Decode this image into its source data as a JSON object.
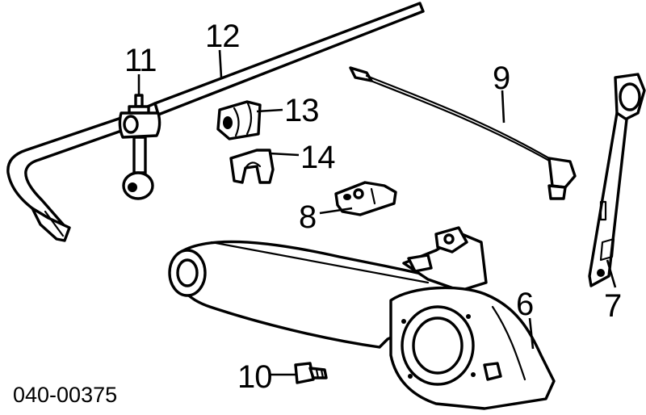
{
  "catalog_number": "040-00375",
  "callouts": [
    {
      "id": "1",
      "number": "6"
    },
    {
      "id": "2",
      "number": "7"
    },
    {
      "id": "3",
      "number": "8"
    },
    {
      "id": "4",
      "number": "9"
    },
    {
      "id": "5",
      "number": "10"
    },
    {
      "id": "6",
      "number": "11"
    },
    {
      "id": "7",
      "number": "12"
    },
    {
      "id": "8",
      "number": "13"
    },
    {
      "id": "9",
      "number": "14"
    }
  ]
}
